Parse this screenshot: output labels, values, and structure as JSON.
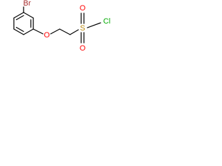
{
  "atoms": {
    "bromine": "Br",
    "ether_oxygen": "O",
    "sulfur": "S",
    "sulfonyl_oxygen_top": "O",
    "sulfonyl_oxygen_bottom": "O",
    "chlorine": "Cl"
  },
  "colors": {
    "bond": "#000000",
    "bromine": "#a52a2a",
    "oxygen": "#ff0000",
    "sulfur": "#b8860b",
    "chlorine": "#00aa00"
  }
}
